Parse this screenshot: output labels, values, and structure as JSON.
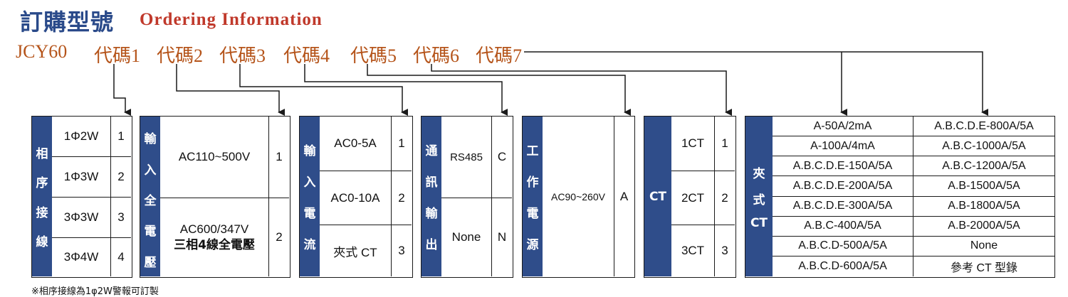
{
  "title_cn": "訂購型號",
  "title_en": "Ordering Information",
  "model": "JCY60",
  "codes": [
    "代碼1",
    "代碼2",
    "代碼3",
    "代碼4",
    "代碼5",
    "代碼6",
    "代碼7"
  ],
  "colors": {
    "side_bg": "#2f4d8a",
    "code_text": "#b5541a",
    "title_en": "#c0392b",
    "title_cn": "#2a4a8a"
  },
  "phase": {
    "side_label": [
      "相",
      "序",
      "接",
      "線"
    ],
    "rows": [
      {
        "label": "1Φ2W",
        "code": "1"
      },
      {
        "label": "1Φ3W",
        "code": "2"
      },
      {
        "label": "3Φ3W",
        "code": "3"
      },
      {
        "label": "3Φ4W",
        "code": "4"
      }
    ]
  },
  "input_voltage": {
    "side_label": [
      "輸",
      "入",
      "全",
      "電",
      "壓"
    ],
    "rows": [
      {
        "label": "AC110~500V",
        "code": "1"
      },
      {
        "label": "AC600/347V",
        "label2": "三相4線全電壓",
        "code": "2"
      }
    ]
  },
  "input_current": {
    "side_label": [
      "輸",
      "入",
      "電",
      "流"
    ],
    "rows": [
      {
        "label": "AC0-5A",
        "code": "1"
      },
      {
        "label": "AC0-10A",
        "code": "2"
      },
      {
        "label": "夾式 CT",
        "code": "3"
      }
    ]
  },
  "comm": {
    "side_label": [
      "通",
      "訊",
      "輸",
      "出"
    ],
    "rows": [
      {
        "label": "RS485",
        "code": "C"
      },
      {
        "label": "None",
        "code": "N"
      }
    ]
  },
  "power": {
    "side_label": [
      "工",
      "作",
      "電",
      "源"
    ],
    "rows": [
      {
        "label": "AC90~260V",
        "code": "A"
      }
    ]
  },
  "ct": {
    "side_label": "CT",
    "rows": [
      {
        "label": "1CT",
        "code": "1"
      },
      {
        "label": "2CT",
        "code": "2"
      },
      {
        "label": "3CT",
        "code": "3"
      }
    ]
  },
  "clamp_ct": {
    "side_label": [
      "夾",
      "式",
      "CT"
    ],
    "col1": [
      "A-50A/2mA",
      "A-100A/4mA",
      "A.B.C.D.E-150A/5A",
      "A.B.C.D.E-200A/5A",
      "A.B.C.D.E-300A/5A",
      "A.B.C-400A/5A",
      "A.B.C.D-500A/5A",
      "A.B.C.D-600A/5A"
    ],
    "col2": [
      "A.B.C.D.E-800A/5A",
      "A.B.C-1000A/5A",
      "A.B.C-1200A/5A",
      "A.B-1500A/5A",
      "A.B-1800A/5A",
      "A.B-2000A/5A",
      "None",
      "參考 CT 型錄"
    ]
  },
  "note": "※相序接線為1φ2W警報可訂製"
}
